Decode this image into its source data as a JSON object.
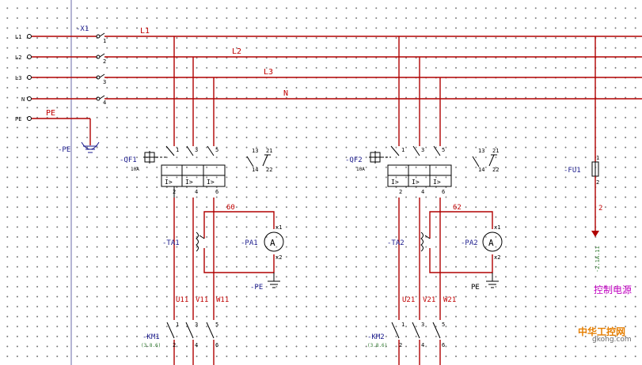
{
  "labels": {
    "terminals": [
      "L1",
      "L2",
      "L3",
      "N",
      "PE"
    ],
    "x1": "-X1",
    "x1_pins": [
      "1",
      "2",
      "3",
      "4"
    ],
    "bus": [
      "L1",
      "L2",
      "L3",
      "N"
    ],
    "pe_wire": "PE",
    "pe_ground": "-PE",
    "qf1": "-QF1",
    "qf1_rating": "10A",
    "qf2": "-QF2",
    "qf2_rating": "10A",
    "qf_top_pins": [
      "1",
      "3",
      "5"
    ],
    "qf_bot_pins": [
      "2",
      "4",
      "6"
    ],
    "aux_top": [
      "13",
      "21"
    ],
    "aux_bot": [
      "14",
      "22"
    ],
    "trip_symbol": "I>",
    "fu1": "-FU1",
    "fu_pins": [
      "1",
      "2"
    ],
    "fu_wire": "2",
    "ta1": "-TA1",
    "ta2": "-TA2",
    "pa1": "-PA1",
    "pa2": "-PA2",
    "meter": "A",
    "meter_pins": [
      "x1",
      "x2"
    ],
    "w60": "60",
    "w62": "62",
    "pe1": "-PE",
    "pe2": "PE",
    "out1": [
      "U11",
      "V11",
      "W11"
    ],
    "out2": [
      "U21",
      "V21",
      "W21"
    ],
    "km1": "-KM1",
    "km2": "-KM2",
    "km_sub": "(3.8.6)",
    "km_pins_top": [
      "1",
      "3",
      "5"
    ],
    "km_pins_bot": [
      "2",
      "4",
      "6"
    ],
    "ref_vertical": "-2.1A.11",
    "control_power": "控制电源",
    "watermark_logo": "中华工控网",
    "watermark_site": "gkong.com"
  }
}
